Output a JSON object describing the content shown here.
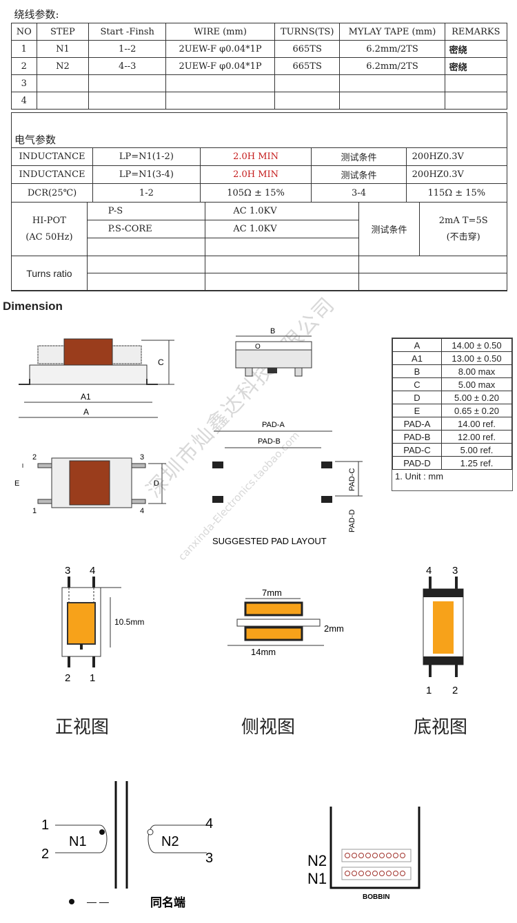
{
  "winding": {
    "section_title": "绕线参数:",
    "headers": [
      "NO",
      "STEP",
      "Start -Finsh",
      "WIRE (mm)",
      "TURNS(TS)",
      "MYLAY TAPE (mm)",
      "REMARKS"
    ],
    "rows": [
      [
        "1",
        "N1",
        "1--2",
        "2UEW-F φ0.04*1P",
        "665TS",
        "6.2mm/2TS",
        "密绕"
      ],
      [
        "2",
        "N2",
        "4--3",
        "2UEW-F φ0.04*1P",
        "665TS",
        "6.2mm/2TS",
        "密绕"
      ],
      [
        "3",
        "",
        "",
        "",
        "",
        "",
        ""
      ],
      [
        "4",
        "",
        "",
        "",
        "",
        "",
        ""
      ]
    ]
  },
  "electrical": {
    "section_title": "电气参数",
    "rows": [
      [
        "INDUCTANCE",
        "LP=N1(1-2)",
        "2.0H  MIN",
        "测试条件",
        "200HZ0.3V"
      ],
      [
        "INDUCTANCE",
        "LP=N1(3-4)",
        "2.0H  MIN",
        "测试条件",
        "200HZ0.3V"
      ]
    ],
    "dcr": [
      "DCR(25℃)",
      "1-2",
      "105Ω ± 15%",
      "3-4",
      "115Ω ± 15%"
    ],
    "hipot_label_1": "HI-POT",
    "hipot_label_2": "(AC 50Hz)",
    "hipot_rows": [
      [
        "P-S",
        "AC 1.0KV"
      ],
      [
        "P.S-CORE",
        "AC 1.0KV"
      ]
    ],
    "hipot_cond": "测试条件",
    "hipot_value_1": "2mA   T=5S",
    "hipot_value_2": "(不击穿)",
    "turns_ratio": "Turns ratio"
  },
  "dimension": {
    "title": "Dimension",
    "table": [
      [
        "A",
        "14.00 ± 0.50"
      ],
      [
        "A1",
        "13.00 ± 0.50"
      ],
      [
        "B",
        "8.00 max"
      ],
      [
        "C",
        "5.00 max"
      ],
      [
        "D",
        "5.00 ± 0.20"
      ],
      [
        "E",
        "0.65 ± 0.20"
      ],
      [
        "PAD-A",
        "14.00 ref."
      ],
      [
        "PAD-B",
        "12.00 ref."
      ],
      [
        "PAD-C",
        "5.00 ref."
      ],
      [
        "PAD-D",
        "1.25 ref."
      ]
    ],
    "note": "1. Unit : mm",
    "labels": {
      "A": "A",
      "A1": "A1",
      "B": "B",
      "C": "C",
      "D": "D",
      "E": "E",
      "O": "O",
      "pad_a": "PAD-A",
      "pad_b": "PAD-B",
      "pad_c": "PAD-C",
      "pad_d": "PAD-D",
      "pin1": "1",
      "pin2": "2",
      "pin3": "3",
      "pin4": "4"
    },
    "pad_layout_caption": "SUGGESTED PAD LAYOUT",
    "watermark_1": "深圳市灿鑫达科技有限公司",
    "watermark_2": "canxinda-Electronics.taobao.com"
  },
  "views": {
    "front": {
      "label": "正视图",
      "dim": "10.5mm",
      "pins_top": [
        "3",
        "4"
      ],
      "pins_bottom": [
        "2",
        "1"
      ]
    },
    "side": {
      "label": "侧视图",
      "dim_top": "7mm",
      "dim_right": "2mm",
      "dim_bottom": "14mm"
    },
    "bottom": {
      "label": "底视图",
      "pins_top": [
        "4",
        "3"
      ],
      "pins_bottom": [
        "1",
        "2"
      ]
    }
  },
  "schematic": {
    "n1": "N1",
    "n2": "N2",
    "p1": "1",
    "p2": "2",
    "p3": "3",
    "p4": "4",
    "legend_dashes": "—  —",
    "legend_text": "同名端",
    "bobbin_n2": "N2",
    "bobbin_n1": "N1",
    "bobbin_label": "BOBBIN"
  }
}
